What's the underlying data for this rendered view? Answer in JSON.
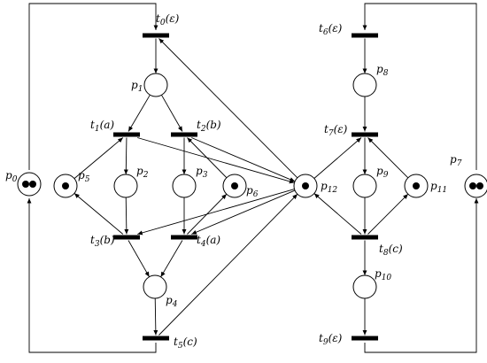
{
  "places": [
    {
      "id": "p0",
      "label": "p",
      "sub": "0",
      "tokens": 2
    },
    {
      "id": "p1",
      "label": "p",
      "sub": "1",
      "tokens": 0
    },
    {
      "id": "p2",
      "label": "p",
      "sub": "2",
      "tokens": 0
    },
    {
      "id": "p3",
      "label": "p",
      "sub": "3",
      "tokens": 0
    },
    {
      "id": "p4",
      "label": "p",
      "sub": "4",
      "tokens": 0
    },
    {
      "id": "p5",
      "label": "p",
      "sub": "5",
      "tokens": 1
    },
    {
      "id": "p6",
      "label": "p",
      "sub": "6",
      "tokens": 1
    },
    {
      "id": "p7",
      "label": "p",
      "sub": "7",
      "tokens": 2
    },
    {
      "id": "p8",
      "label": "p",
      "sub": "8",
      "tokens": 0
    },
    {
      "id": "p9",
      "label": "p",
      "sub": "9",
      "tokens": 0
    },
    {
      "id": "p10",
      "label": "p",
      "sub": "10",
      "tokens": 0
    },
    {
      "id": "p11",
      "label": "p",
      "sub": "11",
      "tokens": 1
    },
    {
      "id": "p12",
      "label": "p",
      "sub": "12",
      "tokens": 1
    }
  ],
  "transitions": [
    {
      "id": "t0",
      "label": "t",
      "sub": "0",
      "event": "(ε)"
    },
    {
      "id": "t1",
      "label": "t",
      "sub": "1",
      "event": "(a)"
    },
    {
      "id": "t2",
      "label": "t",
      "sub": "2",
      "event": "(b)"
    },
    {
      "id": "t3",
      "label": "t",
      "sub": "3",
      "event": "(b)"
    },
    {
      "id": "t4",
      "label": "t",
      "sub": "4",
      "event": "(a)"
    },
    {
      "id": "t5",
      "label": "t",
      "sub": "5",
      "event": "(c)"
    },
    {
      "id": "t6",
      "label": "t",
      "sub": "6",
      "event": "(ε)"
    },
    {
      "id": "t7",
      "label": "t",
      "sub": "7",
      "event": "(ε)"
    },
    {
      "id": "t8",
      "label": "t",
      "sub": "8",
      "event": "(c)"
    },
    {
      "id": "t9",
      "label": "t",
      "sub": "9",
      "event": "(ε)"
    }
  ]
}
